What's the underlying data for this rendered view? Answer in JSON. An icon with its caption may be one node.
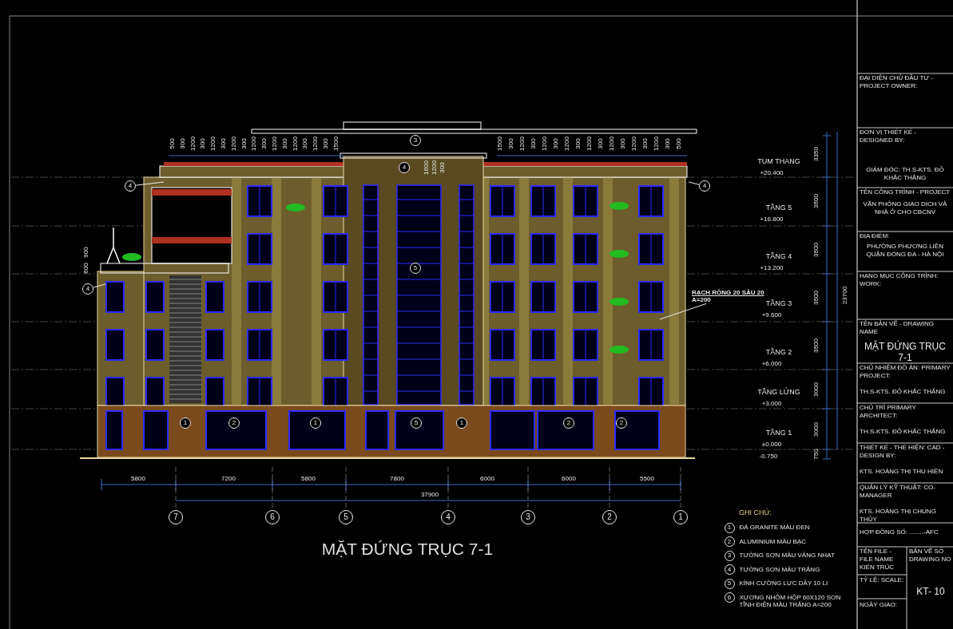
{
  "diagram": {
    "title": "MẶT ĐỨNG TRỤC 7-1",
    "nodes": [
      {
        "text": [
          "RẠCH RỖNG 20 SÂU 20",
          "A=200"
        ]
      },
      {
        "text": [
          "4"
        ]
      },
      {
        "text": [
          "4"
        ]
      },
      {
        "text": [
          "4"
        ]
      },
      {
        "text": [
          "3"
        ]
      },
      {
        "text": [
          "4"
        ]
      },
      {
        "text": [
          "5"
        ]
      },
      {
        "text": [
          "1"
        ]
      },
      {
        "text": [
          "2"
        ]
      },
      {
        "text": [
          "1"
        ]
      },
      {
        "text": [
          "5"
        ]
      },
      {
        "text": [
          "1"
        ]
      },
      {
        "text": [
          "2"
        ]
      },
      {
        "text": [
          "2"
        ]
      },
      {
        "text": [
          "7"
        ]
      },
      {
        "text": [
          "6"
        ]
      },
      {
        "text": [
          "5"
        ]
      },
      {
        "text": [
          "4"
        ]
      },
      {
        "text": [
          "3"
        ]
      },
      {
        "text": [
          "2"
        ]
      },
      {
        "text": [
          "1"
        ]
      },
      {
        "text": [
          "1"
        ],
        "beside": [
          "ĐÁ GRANITE MÀU ĐEN"
        ]
      },
      {
        "text": [
          "2"
        ],
        "beside": [
          "ALUMINIUM MÀU BẠC"
        ]
      },
      {
        "text": [
          "3"
        ],
        "beside": [
          "TƯỜNG SƠN MÀU VÀNG NHẠT"
        ]
      },
      {
        "text": [
          "4"
        ],
        "beside": [
          "TƯỜNG SƠN MÀU TRẮNG"
        ]
      },
      {
        "text": [
          "5"
        ],
        "beside": [
          "KÍNH CƯỜNG LỰC DÀY 10 LI"
        ]
      },
      {
        "text": [
          "6"
        ],
        "beside": [
          "XƯƠNG NHÔM HỘP 60X120 SƠN TĨNH ĐIỆN MÀU TRẮNG A=200"
        ]
      }
    ],
    "edges": [
      {
        "from": 0,
        "to": null,
        "arrow": "none"
      },
      {
        "from": 1,
        "to": null,
        "arrow": "none"
      },
      {
        "from": 2,
        "to": null,
        "arrow": "none"
      },
      {
        "from": 3,
        "to": null,
        "arrow": "none"
      }
    ],
    "labels": [
      "500",
      "300",
      "1200",
      "300",
      "1200",
      "300",
      "1200",
      "300",
      "1200",
      "300",
      "1200",
      "300",
      "1200",
      "300",
      "1200",
      "300",
      "1500",
      "1600",
      "1200",
      "300",
      "1500",
      "300",
      "1200",
      "300",
      "1200",
      "300",
      "1200",
      "300",
      "1200",
      "300",
      "1200",
      "300",
      "1200",
      "300",
      "1200",
      "300",
      "500",
      "TUM THANG",
      "+20.400",
      "TẦNG 5",
      "+16.800",
      "TẦNG 4",
      "+13.200",
      "TẦNG 3",
      "+9.600",
      "TẦNG 2",
      "+6.000",
      "TẦNG LỬNG",
      "+3.000",
      "TẦNG 1",
      "±0.000",
      "-0.750",
      "3350",
      "3600",
      "3600",
      "3600",
      "3600",
      "3000",
      "3000",
      "750",
      "23700",
      "900",
      "600",
      "5800",
      "7200",
      "5800",
      "7800",
      "6000",
      "6000",
      "5500",
      "37900",
      "GHI CHÚ:",
      "ĐẠI DIỆN CHỦ ĐẦU TƯ - PROJECT OWNER:",
      "ĐƠN VỊ THIẾT KẾ - DESIGNED BY:",
      "GIÁM ĐỐC: TH.S-KTS. ĐỖ KHẮC THẮNG",
      "TÊN CÔNG TRÌNH - PROJECT",
      "VĂN PHÒNG GIAO DỊCH VÀ NHÀ Ở CHO CBCNV",
      "ĐỊA ĐIỂM:",
      "PHƯỜNG PHƯƠNG LIÊN QUẬN ĐỐNG ĐA - HÀ NỘI",
      "HẠNG MỤC CÔNG TRÌNH: WORK:",
      "TÊN BẢN VẼ - DRAWING NAME",
      "MẶT ĐỨNG TRỤC 7-1",
      "CHỦ NHIỆM ĐỒ ÁN: PRIMARY PROJECT:",
      "TH.S-KTS. ĐỖ KHẮC THẮNG",
      "CHỦ TRÌ PRIMARY ARCHITECT:",
      "TH.S-KTS. ĐỖ KHẮC THẮNG",
      "THIẾT KẾ - THỂ HIỆN: CAD - DESIGN BY:",
      "KTS. HOÀNG THỊ THU HIỀN",
      "QUẢN LÝ KỸ THUẬT: CO-MANAGER",
      "KTS. HOÀNG THỊ CHUNG THỦY",
      "HỢP ĐỒNG SỐ: ........-AFC",
      "TÊN FILE - FILE NAME",
      "KIẾN TRÚC",
      "TỶ LỆ: SCALE:",
      "NGÀY GIAO:",
      "BẢN VẼ SỐ DRAWING NO",
      "KT- 10"
    ]
  }
}
